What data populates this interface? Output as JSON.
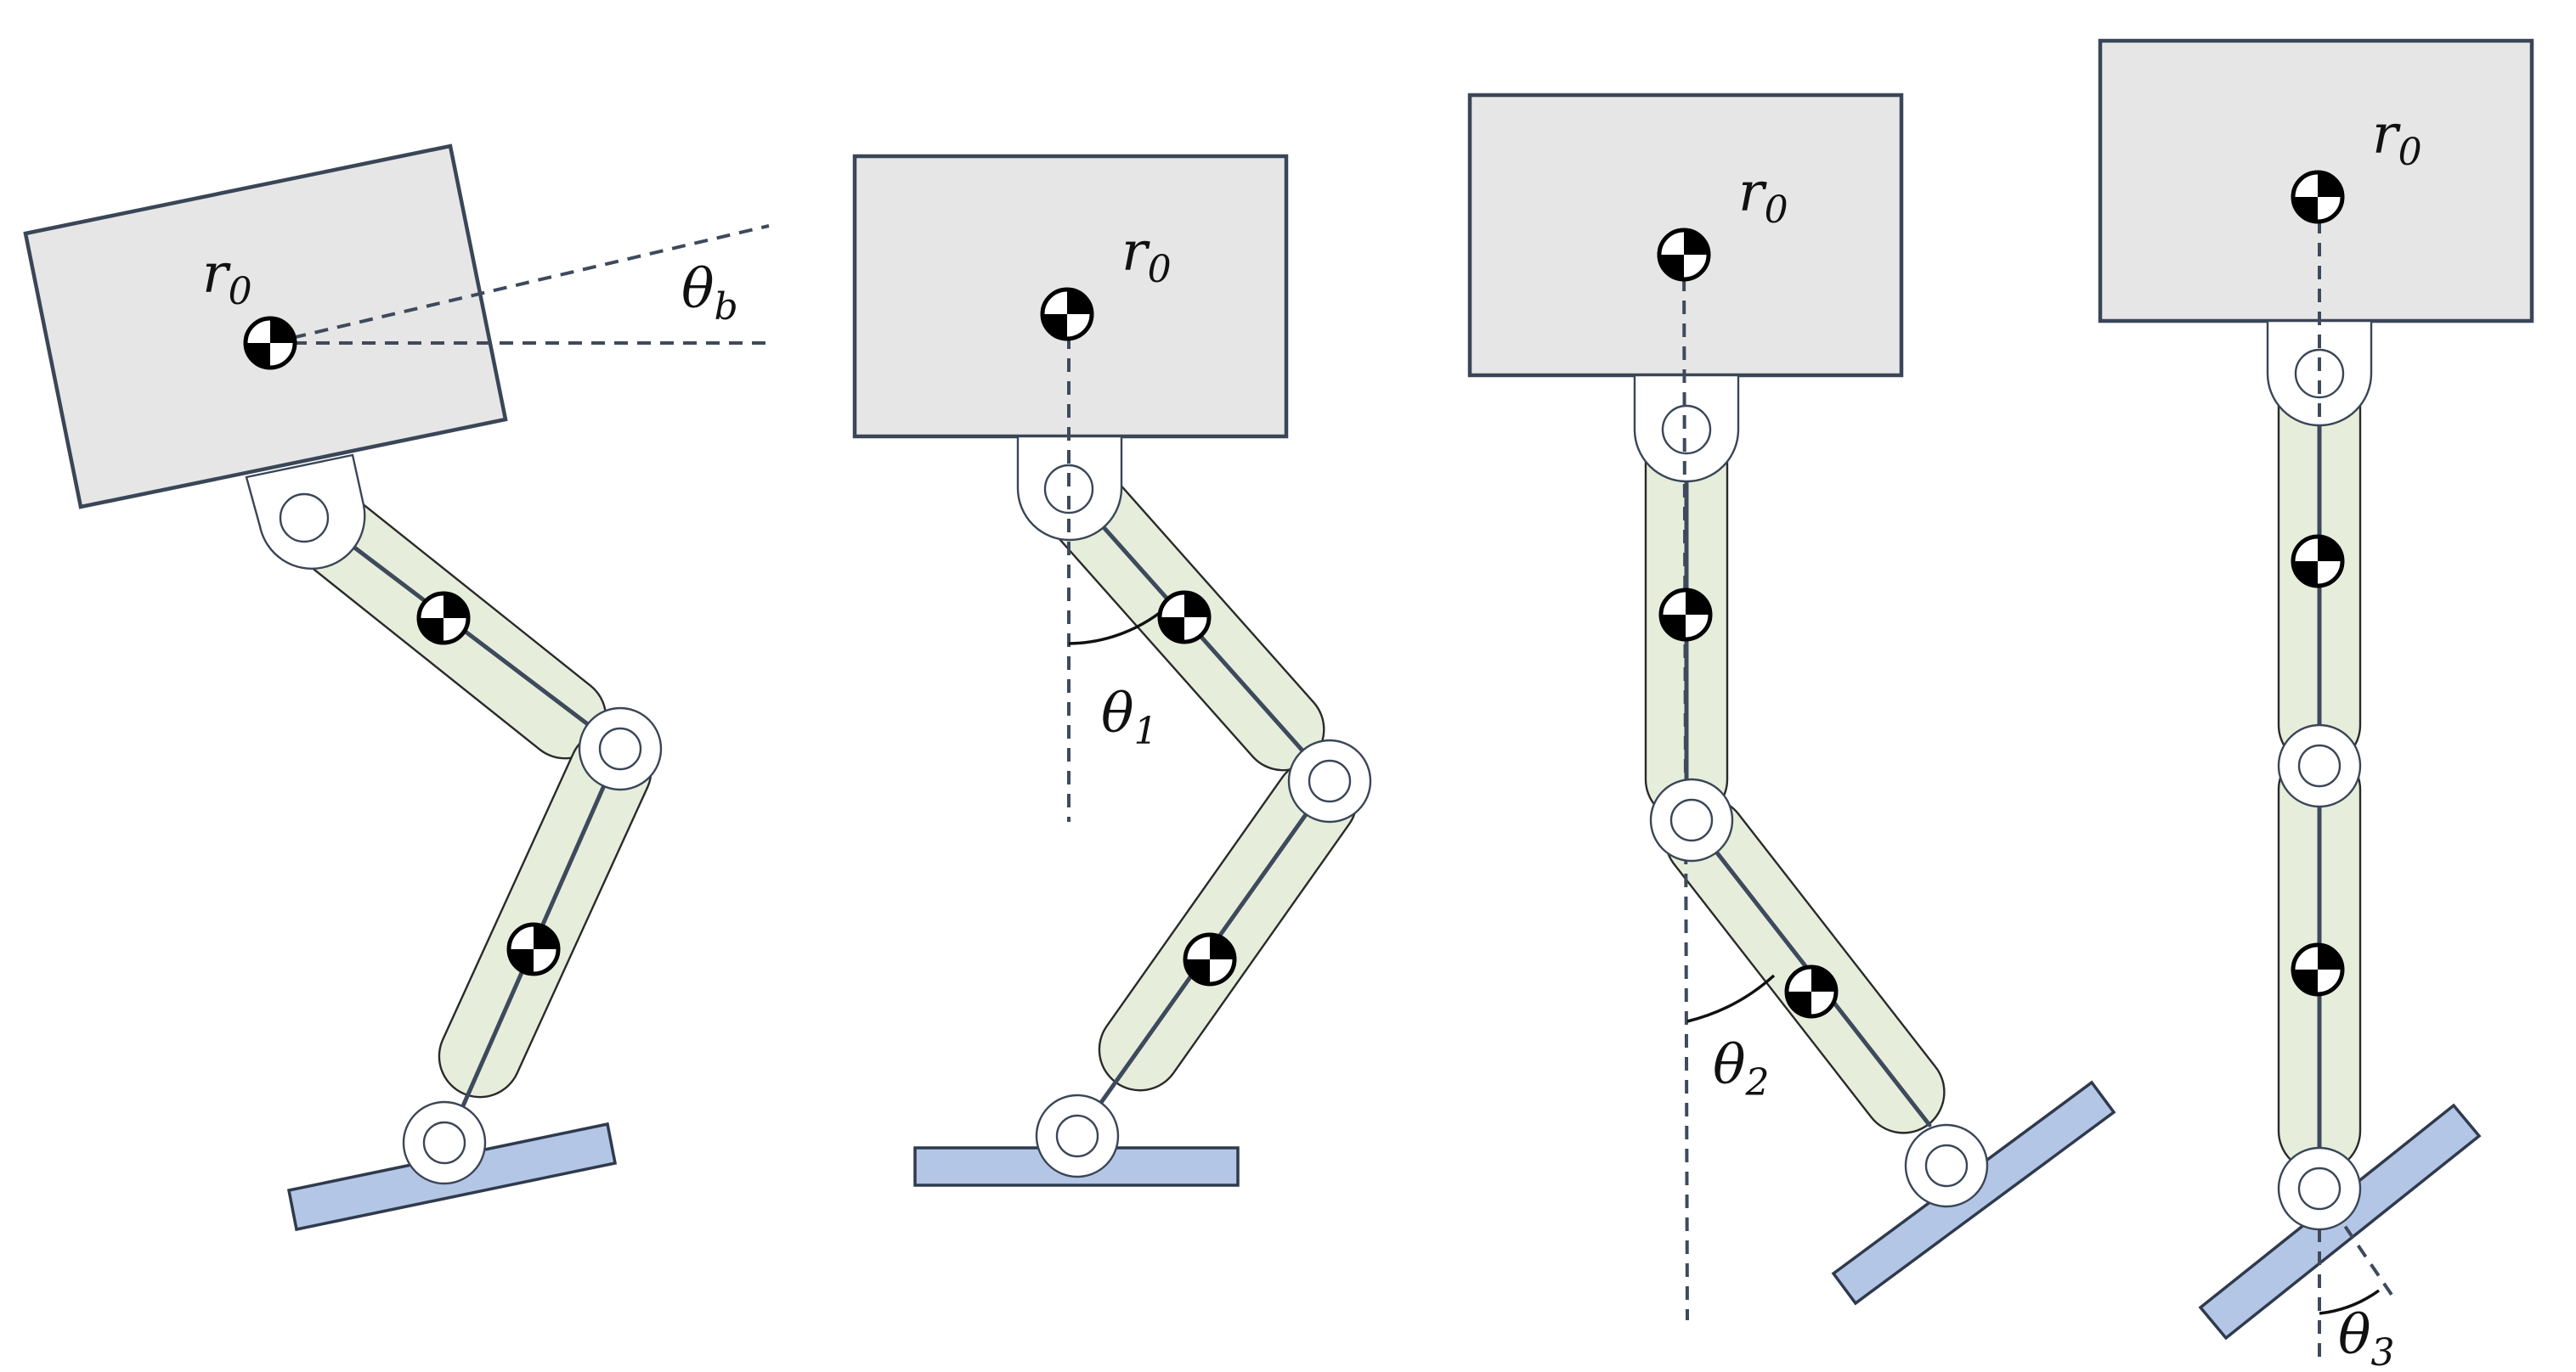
{
  "labels": {
    "r0_main": "r",
    "r0_sub": "0",
    "theta_main": "θ",
    "theta_b_sub": "b",
    "theta_1_sub": "1",
    "theta_2_sub": "2",
    "theta_3_sub": "3"
  },
  "colors": {
    "body_fill": "#e6e6e6",
    "link_fill": "#e6eedb",
    "foot_fill": "#b4c6e6",
    "outline": "#3a4657"
  },
  "icons": {
    "center_of_mass": "center-of-mass-icon",
    "revolute_joint": "revolute-joint-icon"
  }
}
